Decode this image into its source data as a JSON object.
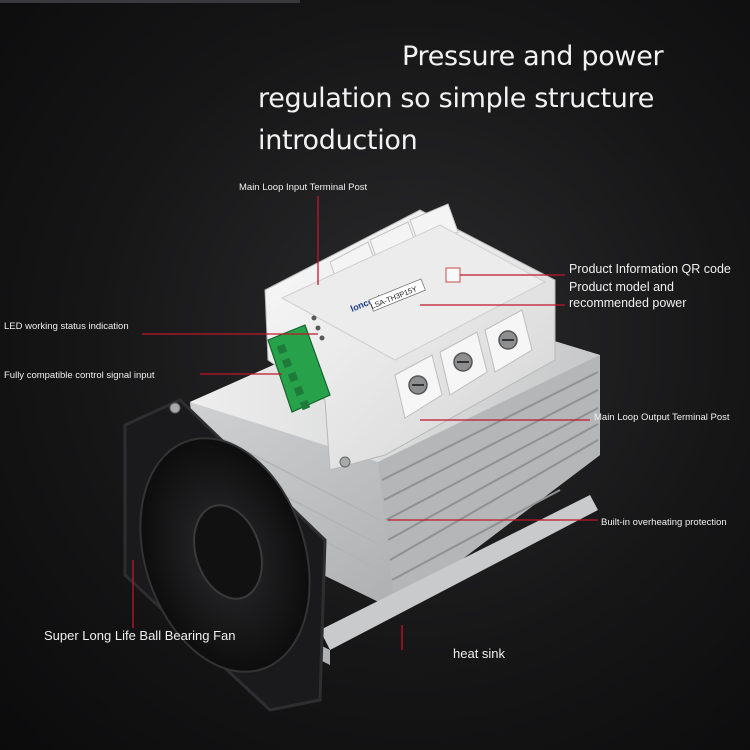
{
  "title": {
    "line1": "Pressure and power",
    "line2": "regulation so simple structure",
    "line3": "introduction"
  },
  "callouts": {
    "main_loop_input": "Main Loop Input Terminal Post",
    "led_status": "LED working status indication",
    "control_signal": "Fully compatible control signal input",
    "qr_code": "Product Information QR code",
    "model_line1": "Product model and",
    "model_line2": "recommended power",
    "main_loop_output": "Main Loop Output Terminal Post",
    "overheating": "Built-in overheating protection",
    "fan": "Super Long Life Ball Bearing Fan",
    "heat_sink": "heat sink"
  },
  "device": {
    "brand": "loncont",
    "model": "LSA-TH3P15Y"
  },
  "colors": {
    "leader_line": "#c0162b",
    "text": "#f0f0f0",
    "terminal_green": "#27a14a"
  }
}
